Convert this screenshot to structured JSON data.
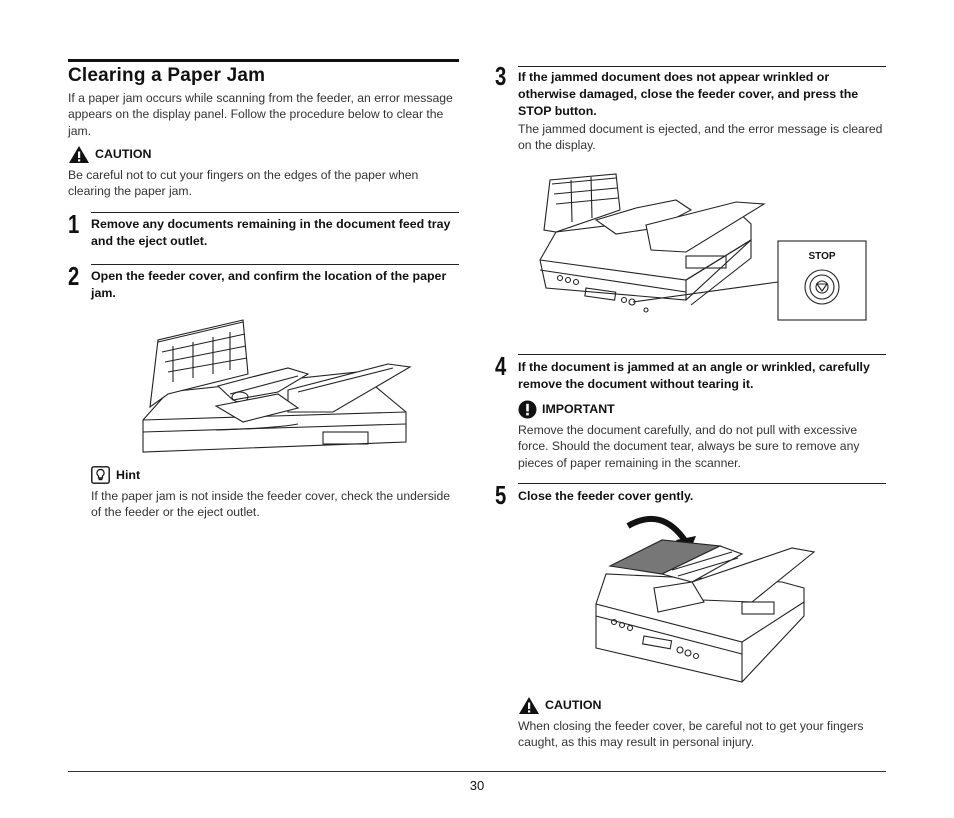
{
  "title": "Clearing a Paper Jam",
  "intro": "If a paper jam occurs while scanning from the feeder, an error message appears on the display panel. Follow the procedure below to clear the jam.",
  "caution1": {
    "label": "CAUTION",
    "text": "Be careful not to cut your fingers on the edges of the paper when clearing the paper jam."
  },
  "steps": [
    {
      "num": "1",
      "text": "Remove any documents remaining in the document feed tray and the eject outlet."
    },
    {
      "num": "2",
      "text": "Open the feeder cover, and confirm the location of the paper jam."
    },
    {
      "num": "3",
      "text": "If the jammed document does not appear wrinkled or otherwise damaged, close the feeder cover, and press the STOP button.",
      "detail": "The jammed document is ejected, and the error message is cleared on the display."
    },
    {
      "num": "4",
      "text": "If the document is jammed at an angle or wrinkled, carefully remove the document without tearing it."
    },
    {
      "num": "5",
      "text": "Close the feeder cover gently."
    }
  ],
  "hint": {
    "label": "Hint",
    "text": "If the paper jam is not inside the feeder cover, check the underside of the feeder or the eject outlet."
  },
  "stop_label": "STOP",
  "important": {
    "label": "IMPORTANT",
    "text": "Remove the document carefully, and do not pull with excessive force. Should the document tear, always be sure to remove any pieces of paper remaining in the scanner."
  },
  "caution2": {
    "label": "CAUTION",
    "text": "When closing the feeder cover, be careful not to get your fingers caught, as this may result in personal injury."
  },
  "page_number": "30"
}
